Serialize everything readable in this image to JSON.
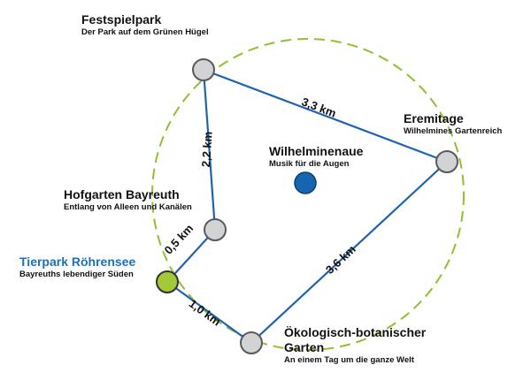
{
  "colors": {
    "route": "#1f63b0",
    "circle": "#8fc031",
    "node_fill": "#d1d3d4",
    "node_stroke": "#5a5a5a",
    "highlight_fill": "#a3c93a",
    "center_fill": "#1565b1",
    "title_highlight": "#1f6fb4"
  },
  "locations": {
    "festspielpark": {
      "name": "Festspielpark",
      "subtitle": "Der Park auf dem  Grünen Hügel"
    },
    "eremitage": {
      "name": "Eremitage",
      "subtitle": "Wilhelmines Gartenreich"
    },
    "wilhelminenaue": {
      "name": "Wilhelminenaue",
      "subtitle": "Musik für die Augen"
    },
    "hofgarten": {
      "name": "Hofgarten Bayreuth",
      "subtitle": "Entlang von Alleen und Kanälen"
    },
    "tierpark": {
      "name": "Tierpark Röhrensee",
      "subtitle": "Bayreuths lebendiger Süden"
    },
    "oekologisch": {
      "name_line1": "Ökologisch-botanischer",
      "name_line2": "Garten",
      "subtitle": "An einem Tag um die ganze Welt"
    }
  },
  "distances": {
    "festspielpark_eremitage": "3,3  km",
    "festspielpark_hofgarten": "2,2  km",
    "hofgarten_tierpark": "0,5 km",
    "tierpark_oekologisch": "1,0 km",
    "oekologisch_eremitage": "3,6 km"
  }
}
